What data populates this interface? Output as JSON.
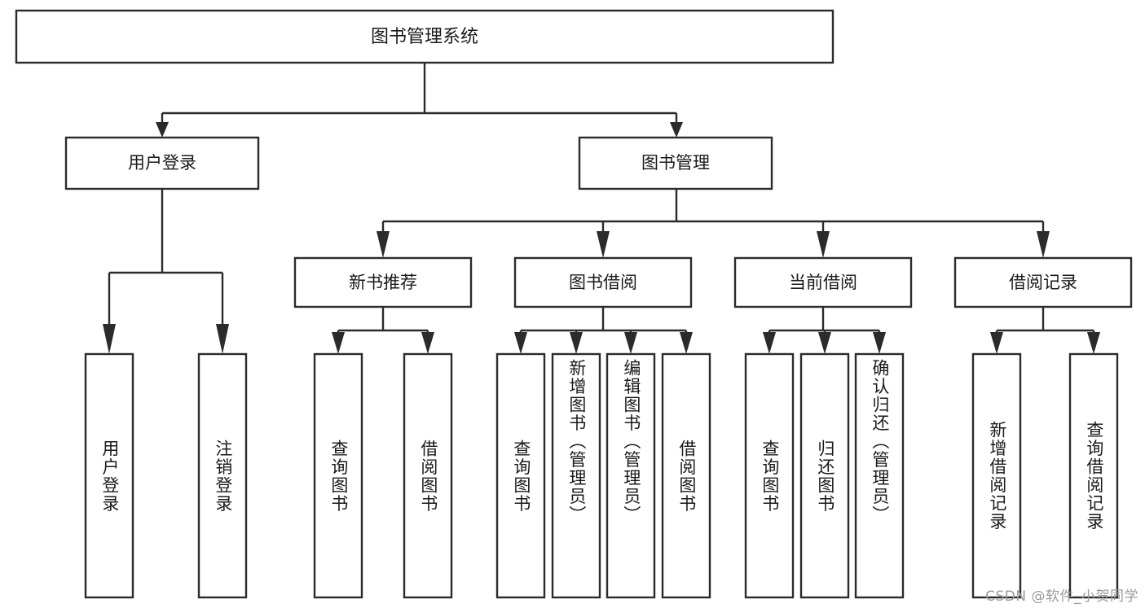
{
  "diagram": {
    "type": "tree-hierarchy-chart",
    "title": "图书管理系统",
    "orientation": "top-down",
    "colors": {
      "box_fill": "#ffffff",
      "box_stroke": "#2b2b2b",
      "text": "#1a1a1a",
      "watermark": "#9a9a9a",
      "background": "#ffffff"
    },
    "root": {
      "label": "图书管理系统"
    },
    "level2": [
      {
        "label": "用户登录"
      },
      {
        "label": "图书管理"
      }
    ],
    "level3": [
      {
        "label": "新书推荐"
      },
      {
        "label": "图书借阅"
      },
      {
        "label": "当前借阅"
      },
      {
        "label": "借阅记录"
      }
    ],
    "leaves": {
      "user_login": [
        {
          "label": "用户登录"
        },
        {
          "label": "注销登录"
        }
      ],
      "new_book_recommend": [
        {
          "label": "查询图书"
        },
        {
          "label": "借阅图书"
        }
      ],
      "book_borrow": [
        {
          "label": "查询图书"
        },
        {
          "label": "新增图书（管理员）"
        },
        {
          "label": "编辑图书（管理员）"
        },
        {
          "label": "借阅图书"
        }
      ],
      "current_borrow": [
        {
          "label": "查询图书"
        },
        {
          "label": "归还图书"
        },
        {
          "label": "确认归还（管理员）"
        }
      ],
      "borrow_record": [
        {
          "label": "新增借阅记录"
        },
        {
          "label": "查询借阅记录"
        }
      ]
    }
  },
  "watermark": {
    "text": "CSDN @软件_小贺同学"
  }
}
